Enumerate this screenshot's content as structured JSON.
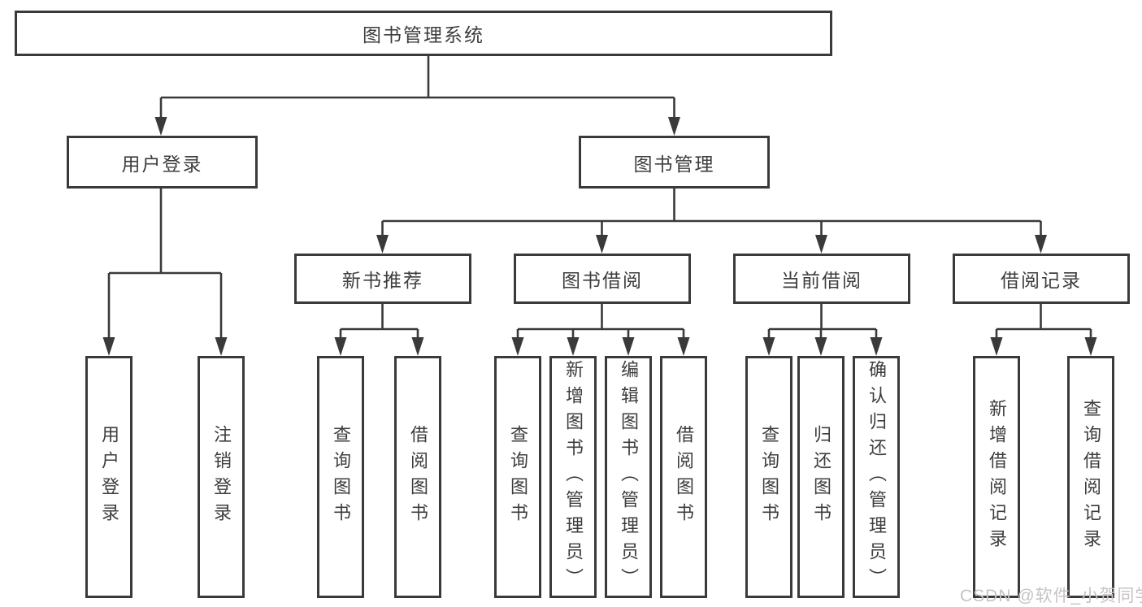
{
  "diagram": {
    "root": {
      "label": "图书管理系统"
    },
    "level2": [
      {
        "label": "用户登录"
      },
      {
        "label": "图书管理"
      }
    ],
    "level3": [
      {
        "label": "新书推荐"
      },
      {
        "label": "图书借阅"
      },
      {
        "label": "当前借阅"
      },
      {
        "label": "借阅记录"
      }
    ],
    "leaves": [
      {
        "label": "用户登录"
      },
      {
        "label": "注销登录"
      },
      {
        "label": "查询图书"
      },
      {
        "label": "借阅图书"
      },
      {
        "label": "查询图书"
      },
      {
        "label": "新增图书（管理员）"
      },
      {
        "label": "编辑图书（管理员）"
      },
      {
        "label": "借阅图书"
      },
      {
        "label": "查询图书"
      },
      {
        "label": "归还图书"
      },
      {
        "label": "确认归还（管理员）"
      },
      {
        "label": "新增借阅记录"
      },
      {
        "label": "查询借阅记录"
      }
    ],
    "watermark": "CSDN @软件_小贺同学",
    "colors": {
      "line": "#3a3a3a",
      "text": "#3d3d3d",
      "watermark": "#c8c3c3",
      "background": "#ffffff"
    }
  }
}
